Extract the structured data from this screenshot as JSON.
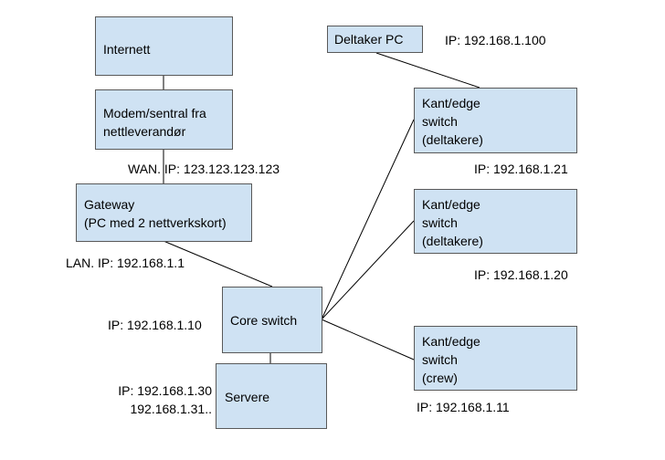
{
  "colors": {
    "node_fill": "#cfe2f3",
    "node_border": "#595959",
    "edge": "#000000"
  },
  "nodes": {
    "internett": "Internett",
    "modem": "Modem/sentral fra\nnettleverandør",
    "gateway": "Gateway\n(PC med 2 nettverkskort)",
    "core_switch": "Core switch",
    "servere": "Servere",
    "deltaker_pc": "Deltaker PC",
    "edge1": "Kant/edge\nswitch\n(deltakere)",
    "edge2": "Kant/edge\nswitch\n(deltakere)",
    "edge3": "Kant/edge\nswitch\n(crew)"
  },
  "labels": {
    "wan_ip": "WAN. IP: 123.123.123.123",
    "lan_ip": "LAN. IP: 192.168.1.1",
    "core_ip": "IP: 192.168.1.10",
    "servere_ip": "IP: 192.168.1.30\n192.168.1.31..",
    "deltaker_pc_ip": "IP: 192.168.1.100",
    "edge1_ip": "IP: 192.168.1.21",
    "edge2_ip": "IP: 192.168.1.20",
    "edge3_ip": "IP: 192.168.1.11"
  }
}
